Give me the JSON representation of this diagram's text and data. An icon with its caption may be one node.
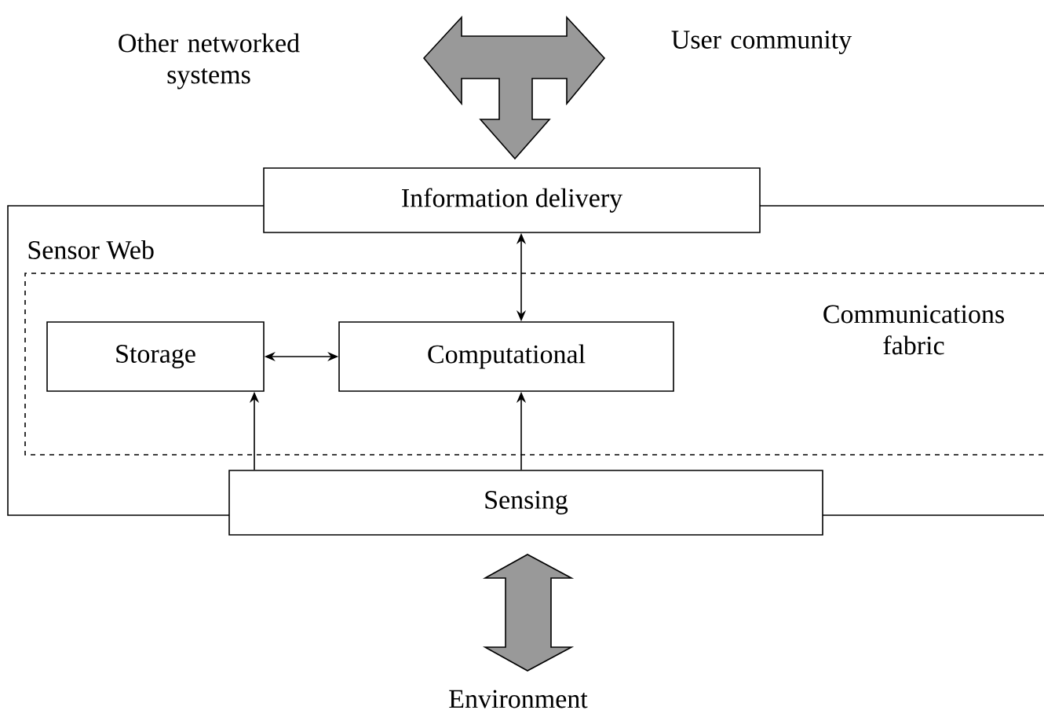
{
  "diagram": {
    "nodes": [
      {
        "text": [
          "Sensor Web"
        ]
      },
      {
        "text": [
          "Communications fabric"
        ],
        "in": 0
      },
      {
        "text": [
          "Information delivery"
        ]
      },
      {
        "text": [
          "Storage"
        ],
        "in": 1
      },
      {
        "text": [
          "Computational"
        ],
        "in": 1
      },
      {
        "text": [
          "Sensing"
        ]
      },
      {
        "text": [
          "Other networked systems"
        ]
      },
      {
        "text": [
          "User community"
        ]
      },
      {
        "text": [
          "Environment"
        ]
      }
    ],
    "edges": [
      {
        "from": 6,
        "to": 2,
        "arrow": "both",
        "style": "thick",
        "color": "#999999"
      },
      {
        "from": 7,
        "to": 2,
        "arrow": "both",
        "style": "thick",
        "color": "#999999"
      },
      {
        "from": 5,
        "to": 8,
        "arrow": "both",
        "style": "thick",
        "color": "#999999"
      },
      {
        "from": 2,
        "to": 4,
        "arrow": "both"
      },
      {
        "from": 3,
        "to": 4,
        "arrow": "both"
      },
      {
        "from": 5,
        "to": 3,
        "arrow": "to"
      },
      {
        "from": 5,
        "to": 4,
        "arrow": "to"
      }
    ]
  }
}
